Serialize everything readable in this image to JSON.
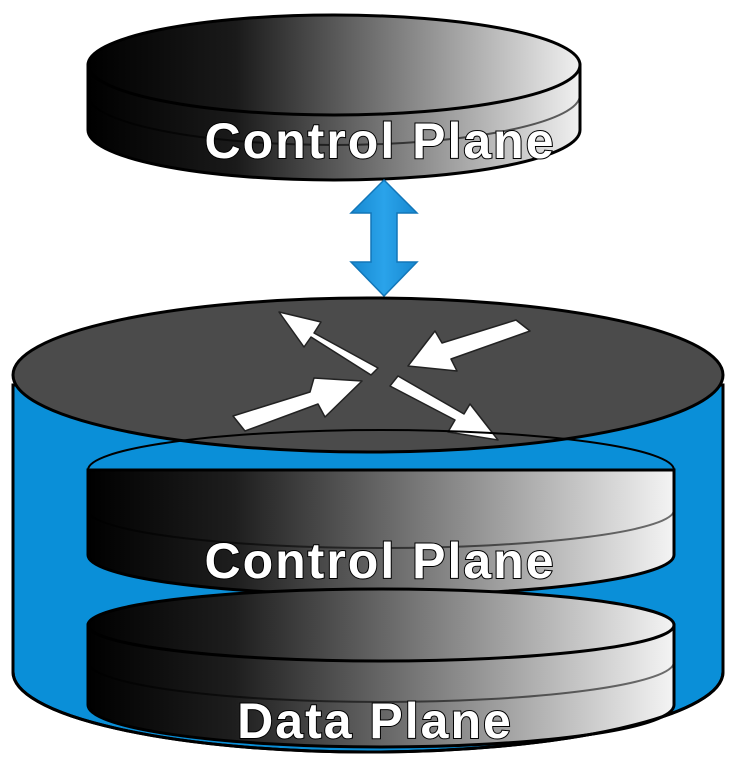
{
  "diagram": {
    "top_disk": {
      "label": "Control Plane"
    },
    "device": {
      "control_layer": {
        "label": "Control Plane"
      },
      "data_layer": {
        "label": "Data Plane"
      }
    },
    "colors": {
      "link_arrow": "#1a8fd6",
      "device_shell": "#0a8fd8",
      "disk_dark": "#000000",
      "disk_light": "#f2f2f2",
      "router_top": "#4a4a4a",
      "router_arrows": "#ffffff"
    },
    "icons": [
      "bidirectional-arrow-icon",
      "router-arrows-icon"
    ]
  }
}
